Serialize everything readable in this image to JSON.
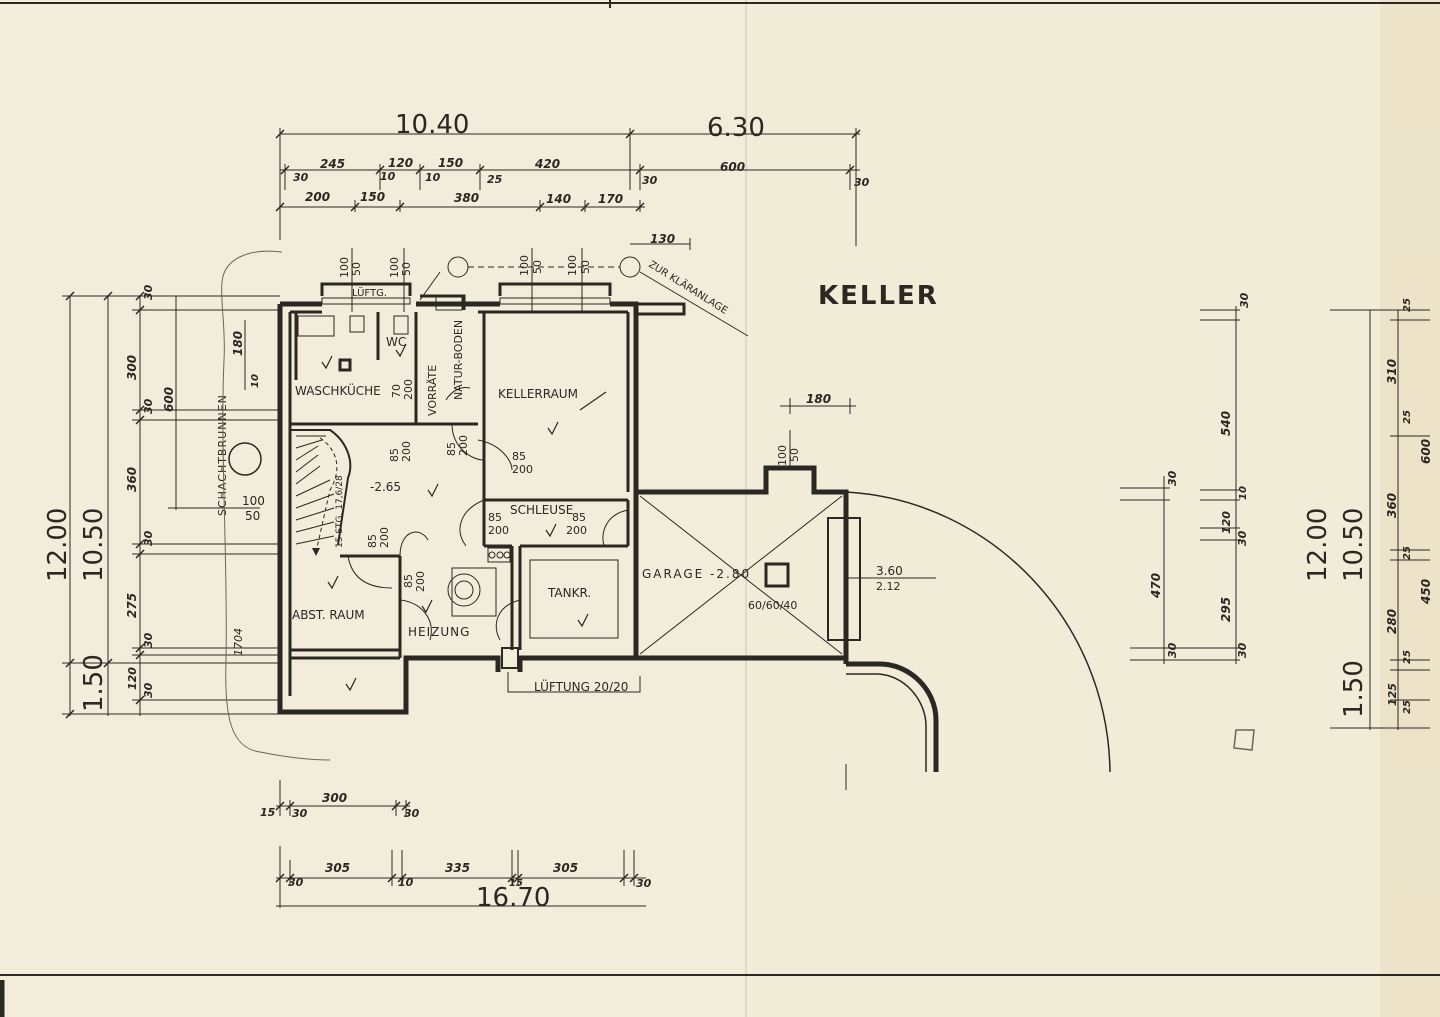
{
  "drawing": {
    "title": "KELLER",
    "overall_dims": {
      "top_left": "10.40",
      "top_right": "6.30",
      "bottom": "16.70",
      "left_outer": "12.00",
      "left_inner": "10.50",
      "left_bottom": "1.50",
      "right_outer": "12.00",
      "right_inner": "10.50",
      "right_bottom": "1.50"
    },
    "top_dims_row1": [
      "245",
      "120",
      "150",
      "420",
      "600"
    ],
    "top_dims_row1_small": [
      "30",
      "10",
      "10",
      "25",
      "30",
      "30"
    ],
    "top_dims_row2": [
      "200",
      "150",
      "380",
      "140",
      "170"
    ],
    "top_dim_130": "130",
    "bottom_dims_row1": [
      "300",
      "15",
      "30",
      "30"
    ],
    "bottom_dims_row2": [
      "305",
      "335",
      "305",
      "30",
      "10",
      "15",
      "30"
    ],
    "left_dims": [
      "30",
      "300",
      "600",
      "30",
      "360",
      "30",
      "275",
      "30",
      "120",
      "30",
      "180",
      "10",
      "1704"
    ],
    "mid_right_dims": [
      "30",
      "540",
      "30",
      "10",
      "120",
      "30",
      "295",
      "30",
      "470",
      "30"
    ],
    "far_right_dims": [
      "25",
      "310",
      "25",
      "600",
      "360",
      "25",
      "450",
      "280",
      "25",
      "125",
      "25"
    ],
    "rooms": {
      "waschkueche": "WASCHKÜCHE",
      "wc": "WC",
      "vorraete": "VORRÄTE",
      "naturboden": "NATUR-BODEN",
      "kellerraum": "KELLERRAUM",
      "schleuse": "SCHLEUSE",
      "garage": "GARAGE -2.80",
      "tankr": "TANKR.",
      "heizung": "HEIZUNG",
      "abstraum": "ABST. RAUM",
      "luefte": "LÜFTG.",
      "level": "-2.65",
      "stairs": "15 STG. 17,6/28"
    },
    "annotations": {
      "schachtbrunnen": "SCHACHTBRUNNEN",
      "zur_klaeranlage": "ZUR KLÄRANLAGE",
      "lueftung": "LÜFTUNG 20/20",
      "garage_col": "60/60/40",
      "garage_dim_a": "3.60",
      "garage_dim_b": "2.12",
      "dim_180": "180",
      "shaft_100_50": [
        "100",
        "50"
      ]
    },
    "door_labels": [
      [
        "85",
        "200"
      ],
      [
        "85",
        "200"
      ],
      [
        "85",
        "200"
      ],
      [
        "85",
        "200"
      ],
      [
        "85",
        "200"
      ],
      [
        "85",
        "200"
      ],
      [
        "85",
        "200"
      ],
      [
        "70",
        "200"
      ]
    ],
    "window_labels": [
      [
        "100",
        "50"
      ],
      [
        "100",
        "50"
      ],
      [
        "100",
        "50"
      ],
      [
        "100",
        "50"
      ],
      [
        "100",
        "50"
      ]
    ],
    "colors": {
      "paper": "#f1ecd8",
      "ink": "#2b2722"
    }
  }
}
